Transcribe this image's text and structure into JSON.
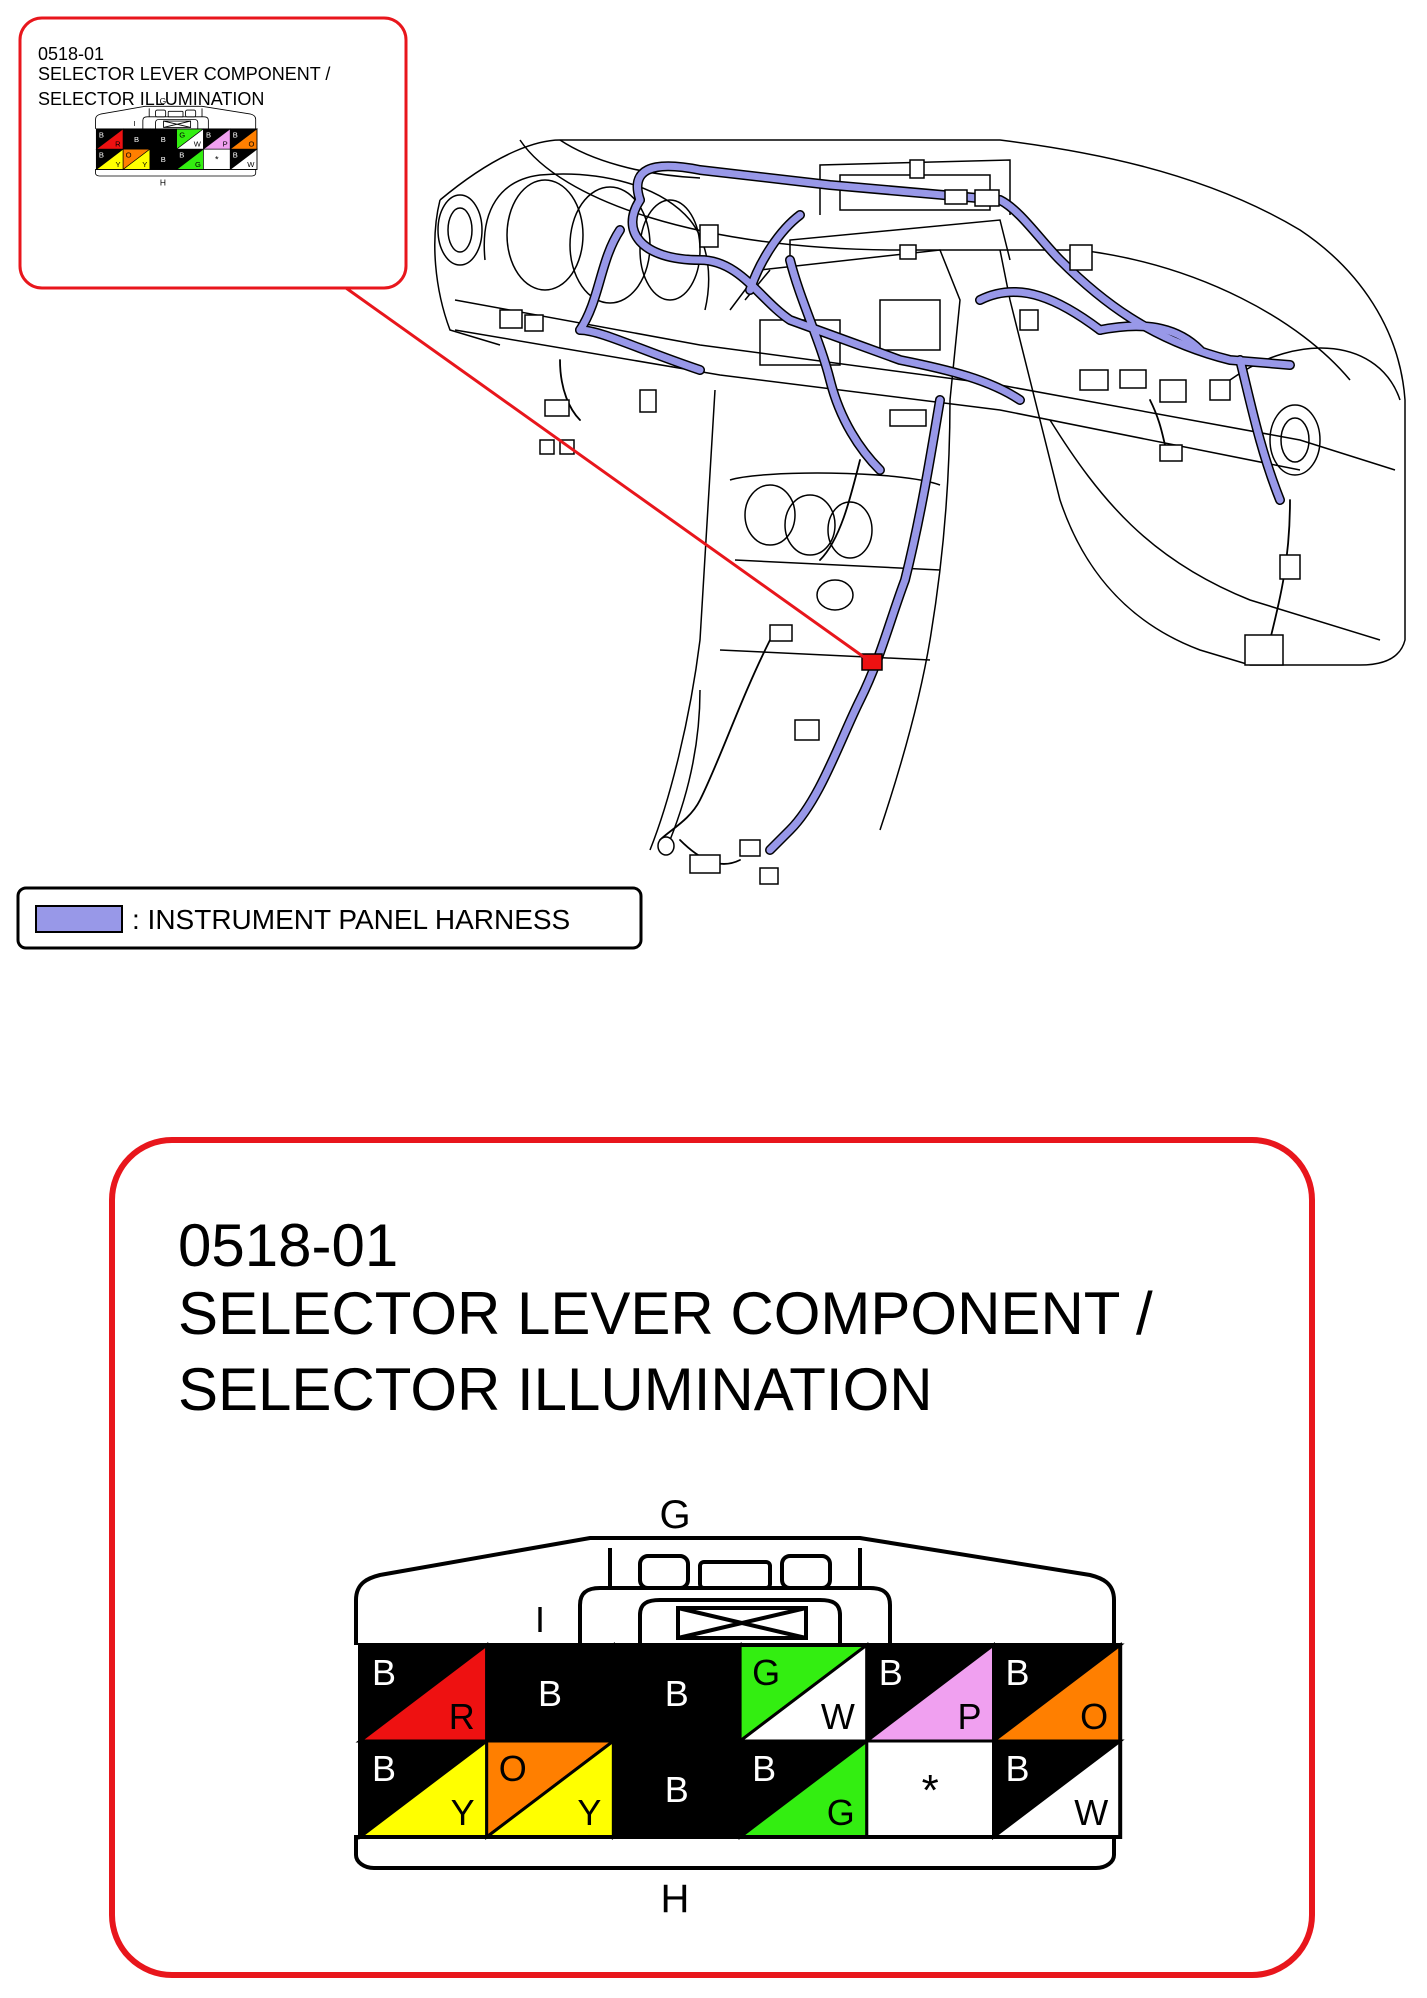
{
  "callout_small": {
    "code": "0518-01",
    "title_line1": "SELECTOR LEVER COMPONENT /",
    "title_line2": "SELECTOR ILLUMINATION",
    "label_top": "G",
    "label_left": "I",
    "label_bottom": "H"
  },
  "legend": {
    "text": ": INSTRUMENT PANEL HARNESS",
    "swatch_color": "#9898e8"
  },
  "callout_large": {
    "code": "0518-01",
    "title_line1": "SELECTOR LEVER COMPONENT /",
    "title_line2": "SELECTOR ILLUMINATION",
    "label_top": "G",
    "label_left": "I",
    "label_bottom": "H"
  },
  "colors": {
    "B": "#000000",
    "R": "#ee1111",
    "G": "#33ee11",
    "W": "#ffffff",
    "P": "#f0a0f0",
    "O": "#ff7f00",
    "Y": "#ffff00",
    "callout_border": "#e8161c",
    "harness": "#9898e8"
  },
  "connector": {
    "rows": [
      [
        {
          "a": "B",
          "b": "R"
        },
        {
          "a": "B",
          "b": "B"
        },
        {
          "a": "B",
          "b": "B"
        },
        {
          "a": "G",
          "b": "W"
        },
        {
          "a": "B",
          "b": "P"
        },
        {
          "a": "B",
          "b": "O"
        }
      ],
      [
        {
          "a": "B",
          "b": "Y"
        },
        {
          "a": "O",
          "b": "Y"
        },
        {
          "a": "B",
          "b": "B"
        },
        {
          "a": "B",
          "b": "G"
        },
        {
          "a": "*",
          "b": "*"
        },
        {
          "a": "B",
          "b": "W"
        }
      ]
    ]
  }
}
